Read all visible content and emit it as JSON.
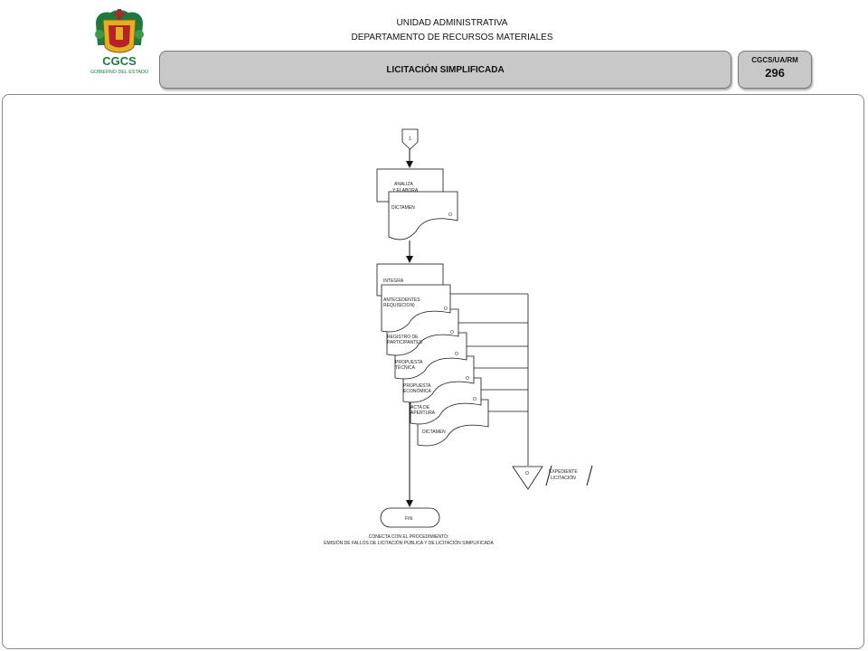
{
  "header": {
    "unit": "UNIDAD ADMINISTRATIVA",
    "department": "DEPARTAMENTO DE RECURSOS MATERIALES",
    "title": "LICITACIÓN SIMPLIFICADA",
    "code": "CGCS/UA/RM",
    "page": "296"
  },
  "logo": {
    "acronym": "CGCS",
    "subtitle": "GOBIERNO DEL ESTADO"
  },
  "flow": {
    "connector": "1",
    "activity1": {
      "line1": "ANALIZA",
      "line2": "Y ELABORA"
    },
    "doc1": {
      "label": "DICTAMEN",
      "copy": "O"
    },
    "activity2": "INTEGRA",
    "docs": [
      {
        "line1": "ANTECEDENTES",
        "line2": "REQUISICION)",
        "copy": "O"
      },
      {
        "line1": "REGISTRO DE",
        "line2": "PARTICIPANTES",
        "copy": "O"
      },
      {
        "line1": "PROPUESTA",
        "line2": "TÉCNICA",
        "copy": "O"
      },
      {
        "line1": "PROPUESTA",
        "line2": "ECONÓMICA",
        "copy": "O"
      },
      {
        "line1": "ACTA DE",
        "line2": "APERTURA",
        "copy": "O"
      },
      {
        "line1": "DICTAMEN",
        "line2": "",
        "copy": ""
      }
    ],
    "archive": {
      "mark": "O",
      "line1": "EXPEDIENTE",
      "line2": "LICITACIÓN"
    },
    "end": "FIN",
    "note1": "CONECTA CON EL PROCEDIMIENTO:",
    "note2": "EMISIÓN DE FALLOS DE LICITACIÓN PÚBLICA Y DE LICITACIÓN SIMPLIFICADA"
  },
  "colors": {
    "bar": "#c8c8c8",
    "logo_green": "#1e7a3c",
    "logo_red": "#b8202a",
    "logo_gold": "#e0b020"
  }
}
